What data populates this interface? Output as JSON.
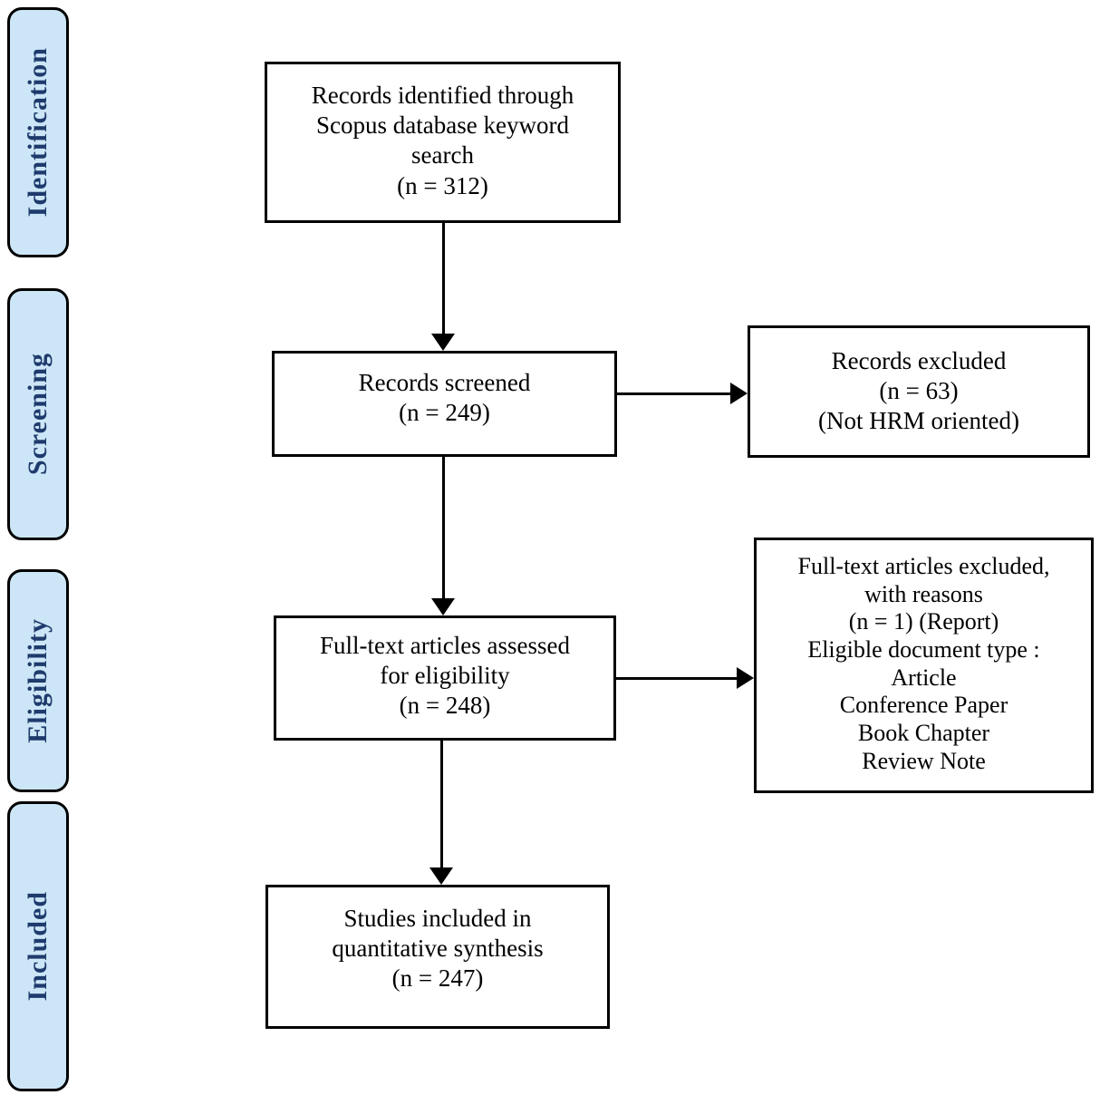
{
  "colors": {
    "stage_fill": "#cde6f7",
    "stage_text": "#1f3b6d",
    "box_border": "#000000",
    "box_fill": "#ffffff"
  },
  "stages": [
    {
      "label": "Identification"
    },
    {
      "label": "Screening"
    },
    {
      "label": "Eligibility"
    },
    {
      "label": "Included"
    }
  ],
  "boxes": {
    "identified": "Records identified through\nScopus database keyword\nsearch\n(n = 312)",
    "screened": "Records screened\n(n = 249)",
    "records_excluded": "Records excluded\n(n = 63)\n(Not HRM oriented)",
    "fulltext_assessed": "Full-text articles assessed\nfor eligibility\n(n = 248)",
    "fulltext_excluded": "Full-text articles excluded,\nwith reasons\n(n = 1) (Report)\nEligible document type :\nArticle\nConference Paper\nBook Chapter\nReview Note",
    "included": "Studies included in\nquantitative synthesis\n(n = 247)"
  }
}
